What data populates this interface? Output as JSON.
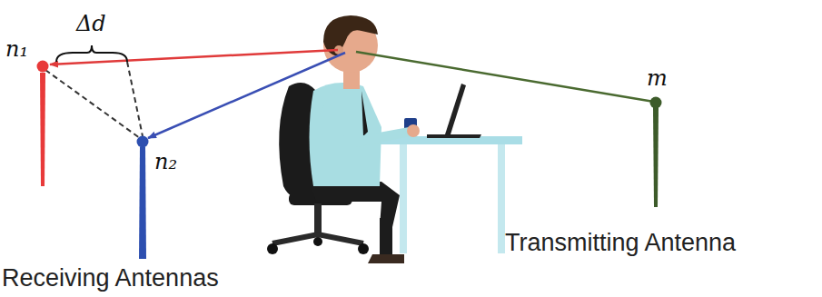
{
  "diagram": {
    "labels": [
      "n₁",
      "Δd",
      "n₂",
      "m",
      "Transmitting Antenna",
      "Receiving Antennas"
    ]
  }
}
